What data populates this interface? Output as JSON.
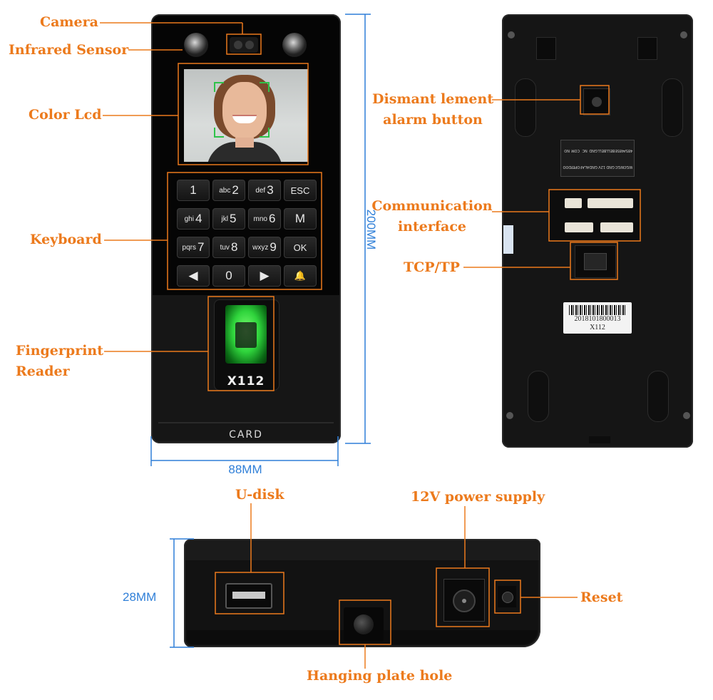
{
  "callouts": {
    "camera": "Camera",
    "infrared_sensor": "Infrared Sensor",
    "color_lcd": "Color Lcd",
    "keyboard": "Keyboard",
    "fingerprint_line1": "Fingerprint",
    "fingerprint_line2": "Reader",
    "dismantle_line1": "Dismant lement",
    "dismantle_line2": "alarm button",
    "communication_line1": "Communication",
    "communication_line2": "interface",
    "tcp": "TCP/TP",
    "udisk": "U-disk",
    "power": "12V power supply",
    "reset": "Reset",
    "hanging": "Hanging plate hole"
  },
  "dimensions": {
    "height": "200MM",
    "width": "88MM",
    "depth": "28MM"
  },
  "device": {
    "model": "X112",
    "card_logo": "CARD",
    "serial": "2018101800013",
    "serial_model": "X112",
    "keys": [
      {
        "sub": "",
        "main": "1"
      },
      {
        "sub": "abc",
        "main": "2"
      },
      {
        "sub": "def",
        "main": "3"
      },
      {
        "sub": "",
        "main": "ESC"
      },
      {
        "sub": "ghi",
        "main": "4"
      },
      {
        "sub": "jkl",
        "main": "5"
      },
      {
        "sub": "mno",
        "main": "6"
      },
      {
        "sub": "",
        "main": "M"
      },
      {
        "sub": "pqrs",
        "main": "7"
      },
      {
        "sub": "tuv",
        "main": "8"
      },
      {
        "sub": "wxyz",
        "main": "9"
      },
      {
        "sub": "",
        "main": "OK"
      },
      {
        "sub": "",
        "main": "◀"
      },
      {
        "sub": "",
        "main": "0"
      },
      {
        "sub": "",
        "main": "▶"
      },
      {
        "sub": "",
        "main": "🔔"
      }
    ],
    "terminal_labels": [
      "NO",
      "COM",
      "NC",
      "GND",
      "BELL1",
      "BELL2",
      "485B",
      "485A",
      "DOOR-IN",
      "OPEN",
      "ALARM",
      "GND",
      "12V",
      "GND",
      "WGOUT1",
      "WGOUT0"
    ]
  },
  "colors": {
    "callout": "#ec7a1c",
    "dimension": "#2f7fd8",
    "device_body": "#111111",
    "fingerprint_glow": "#33e04a"
  }
}
